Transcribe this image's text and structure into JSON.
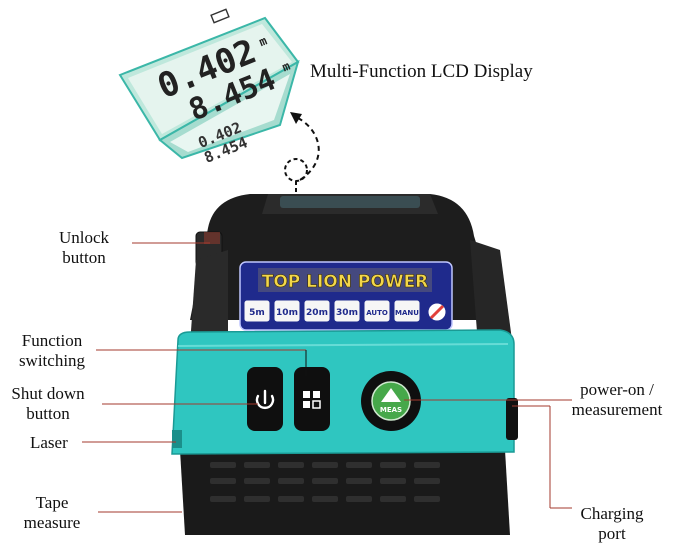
{
  "title": "Multi-Function LCD Display",
  "labels": {
    "unlock": [
      "Unlock",
      "button"
    ],
    "function": [
      "Function",
      "switching"
    ],
    "shutdown": [
      "Shut down",
      "button"
    ],
    "laser": "Laser",
    "tape": [
      "Tape",
      "measure"
    ],
    "power": [
      "power-on /",
      "measurement"
    ],
    "charging": [
      "Charging",
      "port"
    ]
  },
  "lcd": {
    "reading_top": "0.402",
    "reading_bottom": "8.454",
    "unit_top": "m",
    "unit_bottom": "m"
  },
  "device": {
    "brand": "TOP LION POWER",
    "modes": [
      "5m",
      "10m",
      "20m",
      "30m",
      "AUTO",
      "MANU"
    ],
    "meas_label": "MEAS"
  },
  "colors": {
    "teal": "#2fc6c0",
    "body": "#1f1f1f",
    "lcd": "#d8efe6",
    "brand_bg": "#1f2a8c",
    "brand_text": "#f3d74a",
    "meas_green": "#46a84a"
  }
}
